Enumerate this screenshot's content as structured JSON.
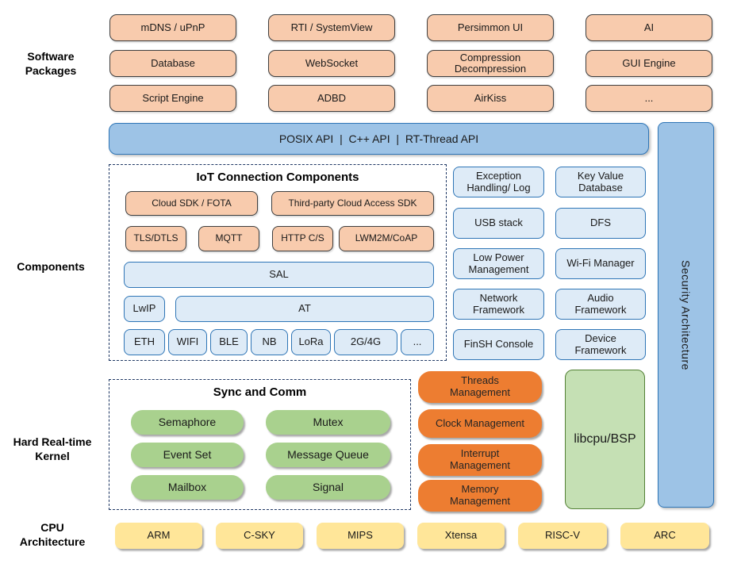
{
  "colors": {
    "light_orange": "#F8CBAD",
    "blue": "#9DC3E6",
    "light_blue": "#DEEBF7",
    "blue_border": "#2E75B6",
    "navy": "#1F3864",
    "orange": "#ED7D31",
    "green": "#A9D18E",
    "light_green": "#C5E0B4",
    "green_border": "#538135",
    "yellow": "#FFE699"
  },
  "side_labels": {
    "software_packages": "Software\nPackages",
    "components": "Components",
    "kernel": "Hard Real-time\nKernel",
    "cpu": "CPU\nArchitecture"
  },
  "software_packages": {
    "items": [
      "mDNS / uPnP",
      "RTI / SystemView",
      "Persimmon UI",
      "AI",
      "Database",
      "WebSocket",
      "Compression\nDecompression",
      "GUI Engine",
      "Script Engine",
      "ADBD",
      "AirKiss",
      "..."
    ]
  },
  "api_bar": {
    "label": "POSIX API  |  C++ API  |  RT-Thread API"
  },
  "security_bar": {
    "label": "Security Architecture"
  },
  "iot": {
    "title": "IoT Connection Components",
    "cloud_sdk": "Cloud SDK / FOTA",
    "third_party": "Third-party Cloud Access SDK",
    "protocols": [
      "TLS/DTLS",
      "MQTT",
      "HTTP C/S",
      "LWM2M/CoAP"
    ],
    "sal": "SAL",
    "lwip": "LwIP",
    "at": "AT",
    "links": [
      "ETH",
      "WIFI",
      "BLE",
      "NB",
      "LoRa",
      "2G/4G",
      "..."
    ]
  },
  "components": {
    "items": [
      "Exception\nHandling/ Log",
      "Key Value\nDatabase",
      "USB stack",
      "DFS",
      "Low Power\nManagement",
      "Wi-Fi Manager",
      "Network\nFramework",
      "Audio\nFramework",
      "FinSH Console",
      "Device\nFramework"
    ]
  },
  "kernel": {
    "sync_title": "Sync and Comm",
    "sync_items": [
      "Semaphore",
      "Mutex",
      "Event Set",
      "Message Queue",
      "Mailbox",
      "Signal"
    ],
    "mgmt_items": [
      "Threads\nManagement",
      "Clock Management",
      "Interrupt\nManagement",
      "Memory\nManagement"
    ],
    "libcpu": "libcpu/BSP"
  },
  "cpu": {
    "items": [
      "ARM",
      "C-SKY",
      "MIPS",
      "Xtensa",
      "RISC-V",
      "ARC"
    ]
  }
}
